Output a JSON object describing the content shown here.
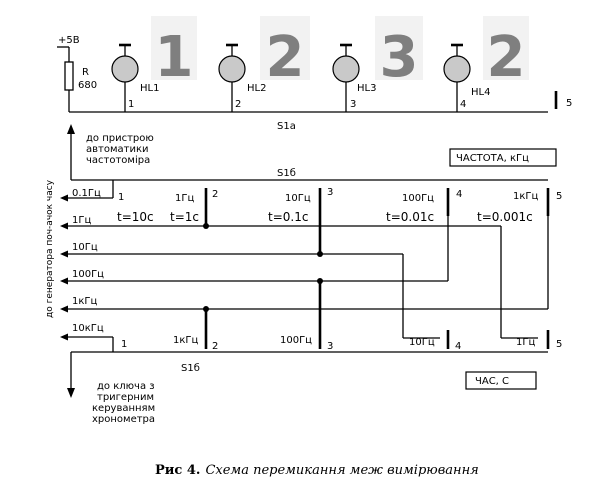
{
  "power": {
    "label": "+5В",
    "resistor_name": "R",
    "resistor_value": "680"
  },
  "indicators": [
    {
      "lamp": "HL1",
      "digit": "1",
      "pin": "1"
    },
    {
      "lamp": "HL2",
      "digit": "2",
      "pin": "2"
    },
    {
      "lamp": "HL3",
      "digit": "3",
      "pin": "3"
    },
    {
      "lamp": "HL4",
      "digit": "2",
      "pin": "4"
    }
  ],
  "s1a": {
    "label": "S1a",
    "pin5": "5"
  },
  "top_arrow_text": [
    "до пристрою",
    "автоматики",
    "частотоміра"
  ],
  "frequency_box": "ЧАСТОТА, кГц",
  "s1b_upper": {
    "label": "S1б",
    "pins": [
      "1",
      "2",
      "3",
      "4",
      "5"
    ],
    "values": [
      "1Гц",
      "10Гц",
      "100Гц",
      "1кГц"
    ]
  },
  "times": [
    "t=10c",
    "t=1c",
    "t=0.1c",
    "t=0.01c",
    "t=0.001c"
  ],
  "generator_label": "до генератора поч-ачок часу",
  "left_lines": [
    "0.1Гц",
    "1Гц",
    "10Гц",
    "100Гц",
    "1кГц",
    "10кГц"
  ],
  "s1b_lower": {
    "label": "S1б",
    "pins": [
      "1",
      "2",
      "3",
      "4",
      "5"
    ],
    "values": [
      "1кГц",
      "100Гц",
      "10Гц",
      "1Гц"
    ]
  },
  "time_box": "ЧАС, С",
  "bottom_arrow_text": [
    "до ключа з",
    "тригерним",
    "керуванням",
    "хронометра"
  ],
  "caption": {
    "prefix": "Рис 4.",
    "text": "Схема перемикання меж вимірювання"
  }
}
